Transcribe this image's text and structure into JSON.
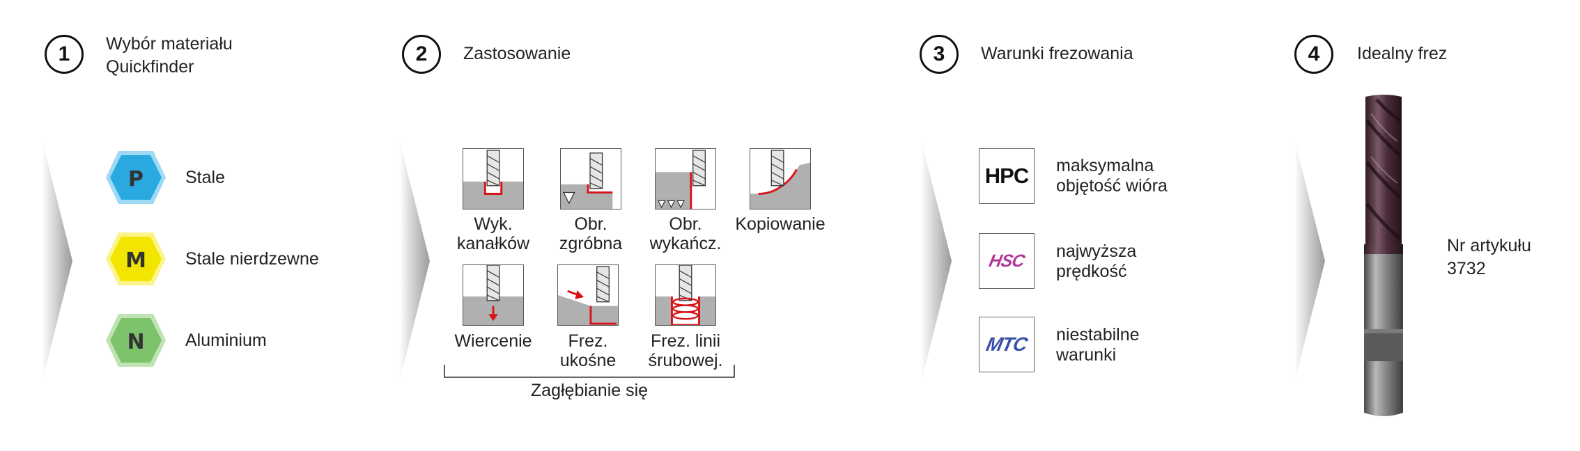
{
  "steps": [
    {
      "number": "1",
      "title_line1": "Wybór materiału",
      "title_line2": "Quickfinder"
    },
    {
      "number": "2",
      "title_line1": "Zastosowanie"
    },
    {
      "number": "3",
      "title_line1": "Warunki frezowania"
    },
    {
      "number": "4",
      "title_line1": "Idealny frez"
    }
  ],
  "materials": [
    {
      "letter": "P",
      "label": "Stale",
      "color": "#2aa9e0",
      "light": "#9fdaf5"
    },
    {
      "letter": "M",
      "label": "Stale nierdzewne",
      "color": "#f2e600",
      "light": "#fbf48a"
    },
    {
      "letter": "N",
      "label": "Aluminium",
      "color": "#7dc36b",
      "light": "#bfe3b2"
    }
  ],
  "applications": [
    {
      "line1": "Wyk.",
      "line2": "kanałków"
    },
    {
      "line1": "Obr.",
      "line2": "zgróbna"
    },
    {
      "line1": "Obr.",
      "line2": "wykańcz."
    },
    {
      "line1": "Kopiowanie"
    },
    {
      "line1": "Wiercenie"
    },
    {
      "line1": "Frez.",
      "line2": "ukośne"
    },
    {
      "line1": "Frez. linii",
      "line2": "śrubowej."
    }
  ],
  "plunging_label": "Zagłębianie się",
  "modes": [
    {
      "logo": "HPC",
      "line1": "maksymalna",
      "line2": "objętość wióra",
      "color": "#111111"
    },
    {
      "logo": "HSC",
      "line1": "najwyższa",
      "line2": "prędkość",
      "color": "#b0389a"
    },
    {
      "logo": "MTC",
      "line1": "niestabilne",
      "line2": "warunki",
      "color": "#3a4fa8"
    }
  ],
  "article": {
    "line1": "Nr artykułu",
    "line2": "3732"
  },
  "colors": {
    "accent_red": "#d7141a",
    "workpiece_gray": "#b0b0b0"
  }
}
